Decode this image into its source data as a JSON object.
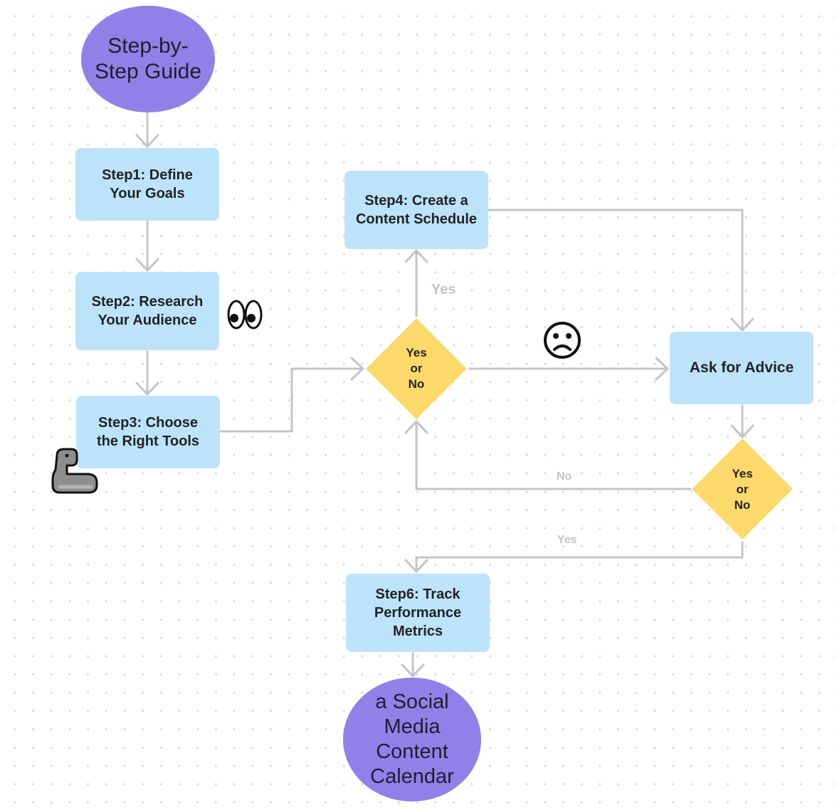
{
  "nodes": {
    "start": "Step-by-Step Guide",
    "step1": "Step1: Define Your Goals",
    "step2": "Step2: Research Your Audience",
    "step3": "Step3: Choose the Right Tools",
    "step4": "Step4: Create a Content Schedule",
    "decision1": "Yes or No",
    "advice": "Ask for Advice",
    "decision2": "Yes or No",
    "step6": "Step6: Track Performance Metrics",
    "end": "a Social Media Content Calendar"
  },
  "edge_labels": {
    "yes_up": "Yes",
    "no_back": "No",
    "yes_down": "Yes"
  },
  "icons": [
    "eyes-icon",
    "flexed-biceps-icon",
    "frowning-face-icon"
  ],
  "colors": {
    "oval": "#9180e8",
    "box": "#bde3fb",
    "decision": "#fcd96a",
    "connector": "#c4c4c4"
  }
}
